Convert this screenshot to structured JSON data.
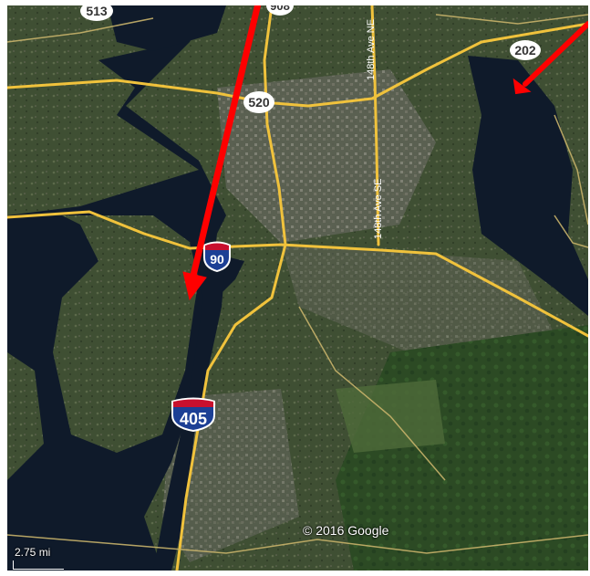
{
  "map": {
    "copyright": "© 2016 Google",
    "scale_label": "2.75 mi",
    "colors": {
      "water": "#0f1a2a",
      "land": "#3a4a30",
      "urban": "#6d6f62",
      "road_major": "#f0c23c",
      "road_minor": "#c8b26a",
      "arrow": "#ff0000"
    },
    "shields": {
      "interstate_90": "90",
      "interstate_405": "405",
      "state_520": "520",
      "state_202": "202",
      "state_513": "513",
      "state_top_partial": "908"
    },
    "road_labels": {
      "ne_148th": "148th Ave NE",
      "se_148th": "148th Ave SE"
    },
    "arrows": [
      "arrow-west",
      "arrow-east"
    ]
  }
}
